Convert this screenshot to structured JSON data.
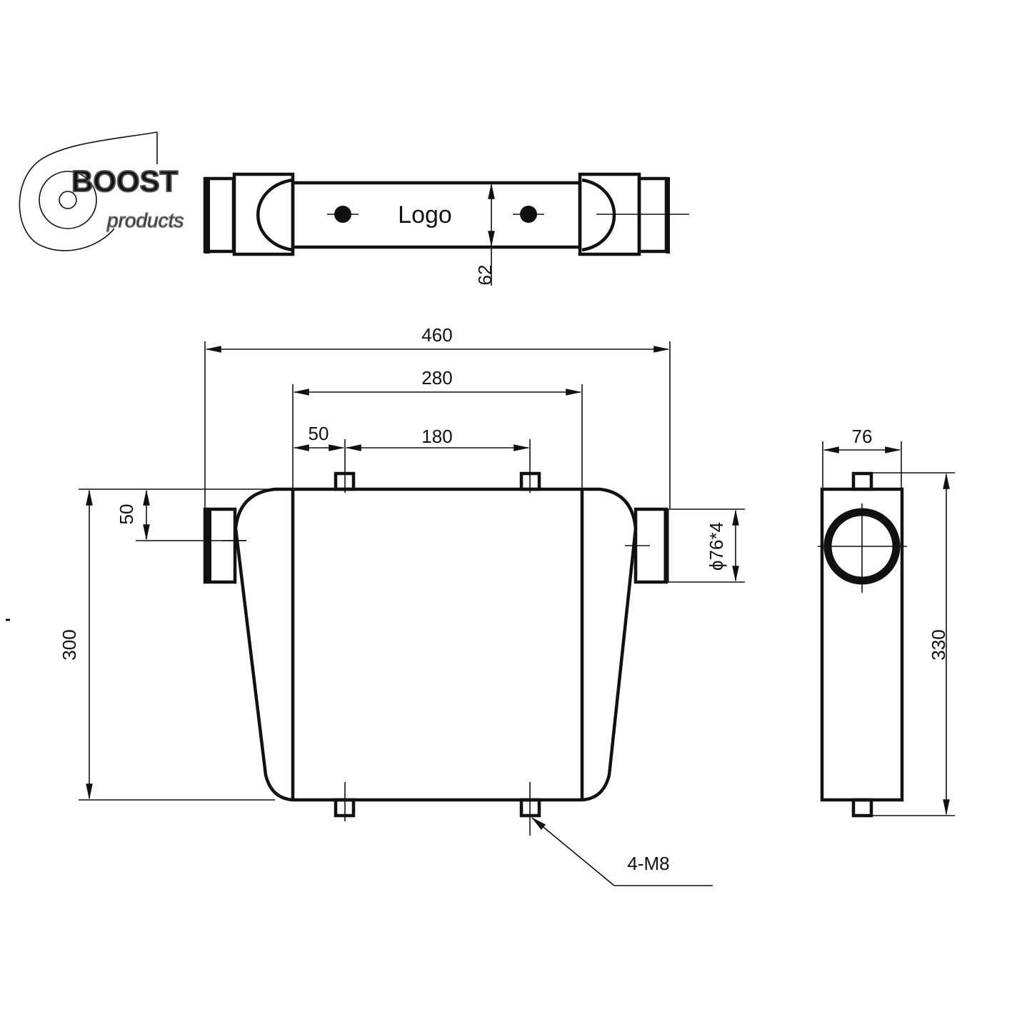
{
  "logo": {
    "brand": "BOOST",
    "sub": "products"
  },
  "top_view": {
    "label": "Logo",
    "height_dim": "62"
  },
  "front_view": {
    "overall_width": "460",
    "core_width": "280",
    "bolt_offset": "50",
    "bolt_spacing": "180",
    "inlet_offset": "50",
    "height": "300",
    "pipe_diameter": "ϕ76*4",
    "bolt_callout": "4-M8"
  },
  "side_view": {
    "depth": "76",
    "height": "330"
  },
  "colors": {
    "line": "#111111",
    "background": "#ffffff"
  }
}
